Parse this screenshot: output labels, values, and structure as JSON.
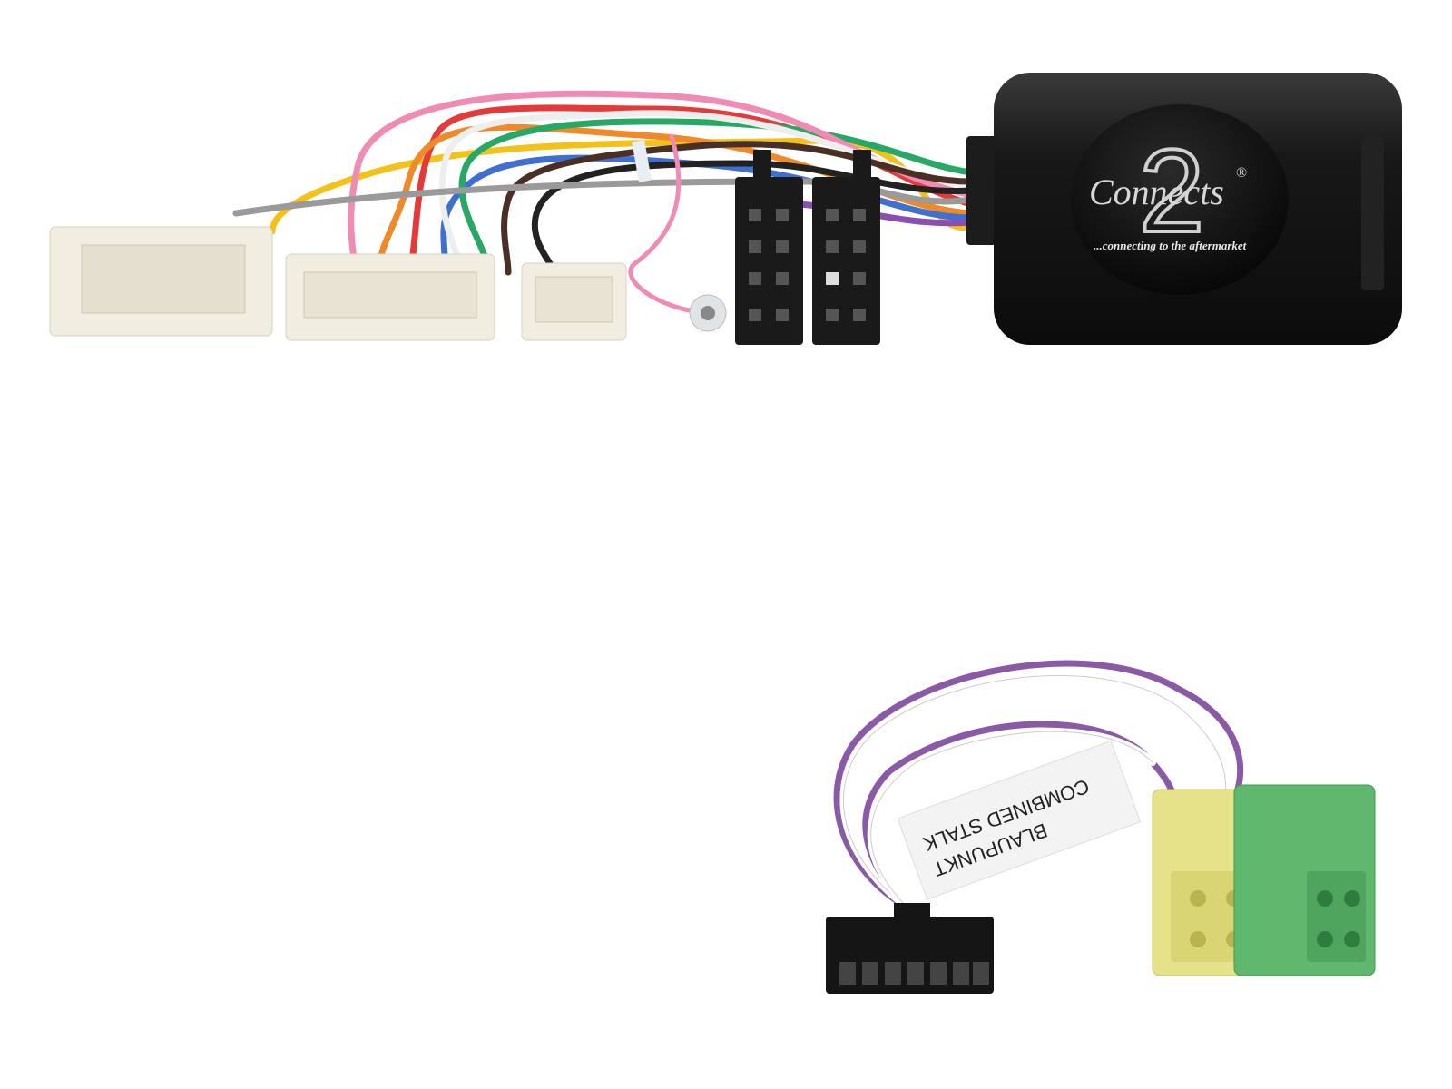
{
  "product": {
    "logo": {
      "numeral": "2",
      "wordmark": "Connects",
      "registered": "®",
      "tagline": "...connecting to the aftermarket"
    },
    "cable_label": {
      "line1": "BLAUPUNKT",
      "line2": "COMBINED STALK"
    }
  },
  "colors": {
    "interface_box": "#141414",
    "iso_connector": "#1a1a1a",
    "oem_connector": "#f1ede0",
    "patch_wire_primary": "#8a5aa6",
    "patch_wire_secondary": "#ffffff",
    "mini_iso_yellow": "#e6e28a",
    "mini_iso_green": "#5fb86e",
    "patch_connector": "#151515"
  },
  "wire_colors": [
    "#f2c21b",
    "#e53a3a",
    "#ef8a2a",
    "#3f6fd1",
    "#27a864",
    "#8a4fb0",
    "#f08cb4",
    "#ffffff",
    "#4a2f24",
    "#222222",
    "#9a9a9a"
  ]
}
